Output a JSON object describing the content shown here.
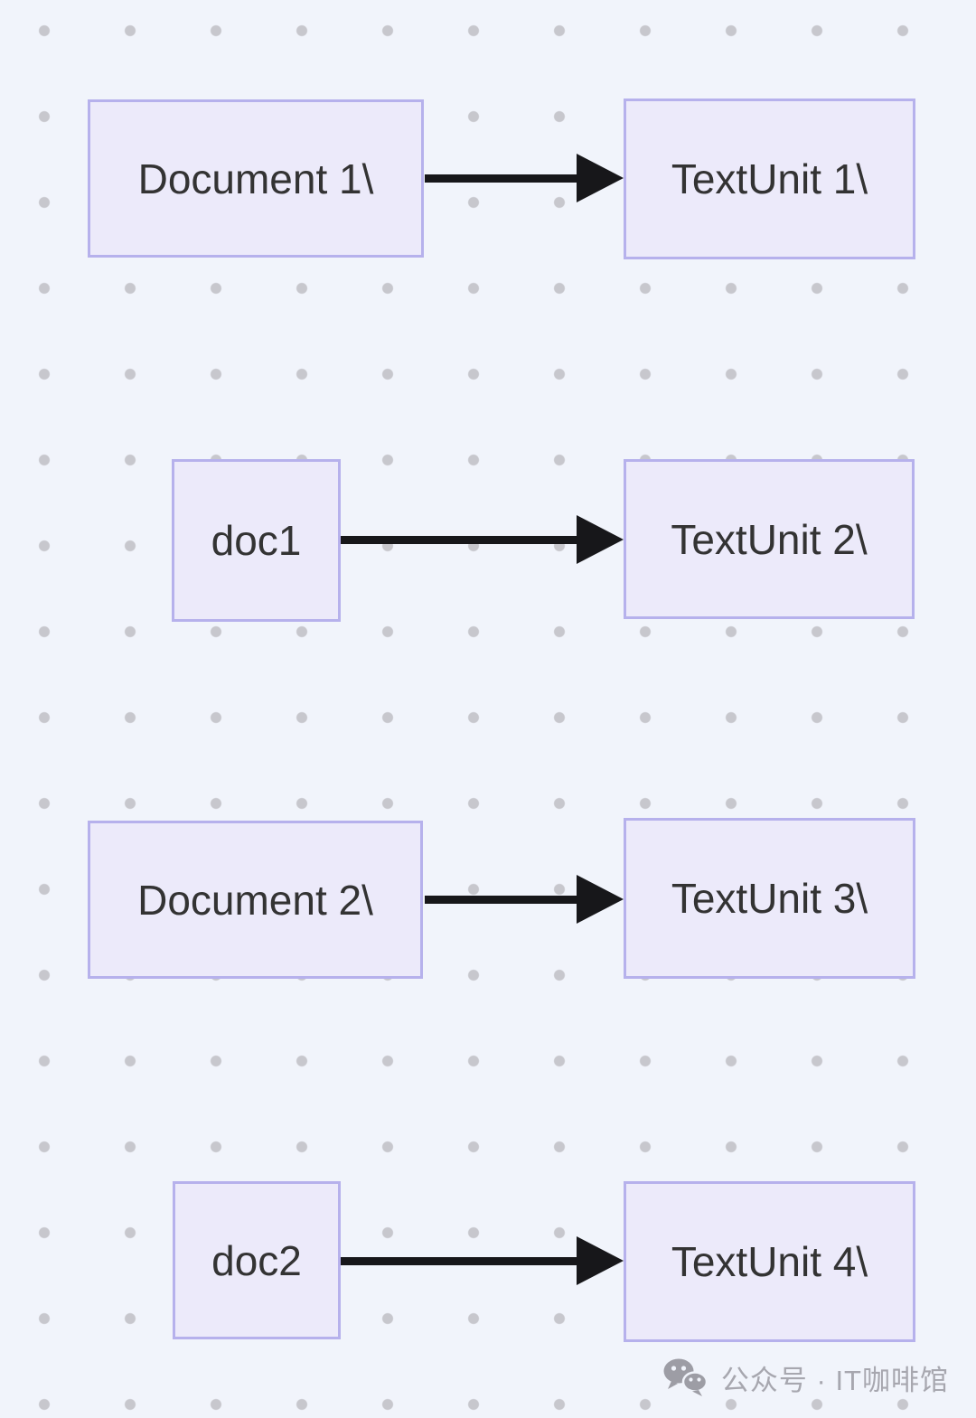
{
  "diagram": {
    "type": "flowchart",
    "direction": "LR",
    "nodes": [
      {
        "id": "Document1",
        "label": "Document 1\\"
      },
      {
        "id": "TextUnit1",
        "label": "TextUnit 1\\"
      },
      {
        "id": "doc1",
        "label": "doc1"
      },
      {
        "id": "TextUnit2",
        "label": "TextUnit 2\\"
      },
      {
        "id": "Document2",
        "label": "Document 2\\"
      },
      {
        "id": "TextUnit3",
        "label": "TextUnit 3\\"
      },
      {
        "id": "doc2",
        "label": "doc2"
      },
      {
        "id": "TextUnit4",
        "label": "TextUnit 4\\"
      }
    ],
    "edges": [
      {
        "from": "Document1",
        "to": "TextUnit1",
        "style": "arrow"
      },
      {
        "from": "doc1",
        "to": "TextUnit2",
        "style": "arrow"
      },
      {
        "from": "Document2",
        "to": "TextUnit3",
        "style": "arrow"
      },
      {
        "from": "doc2",
        "to": "TextUnit4",
        "style": "arrow"
      }
    ]
  },
  "colors": {
    "background": "#f1f4fb",
    "grid_dot": "#c7c7cd",
    "node_fill": "#eceafa",
    "node_border": "#b6b1ec",
    "node_text": "#333333",
    "edge": "#17171a",
    "watermark_text": "#a7a7af",
    "watermark_icon": "#9d9da5"
  },
  "watermark": {
    "icon": "wechat-icon",
    "text": "公众号 · IT咖啡馆"
  }
}
